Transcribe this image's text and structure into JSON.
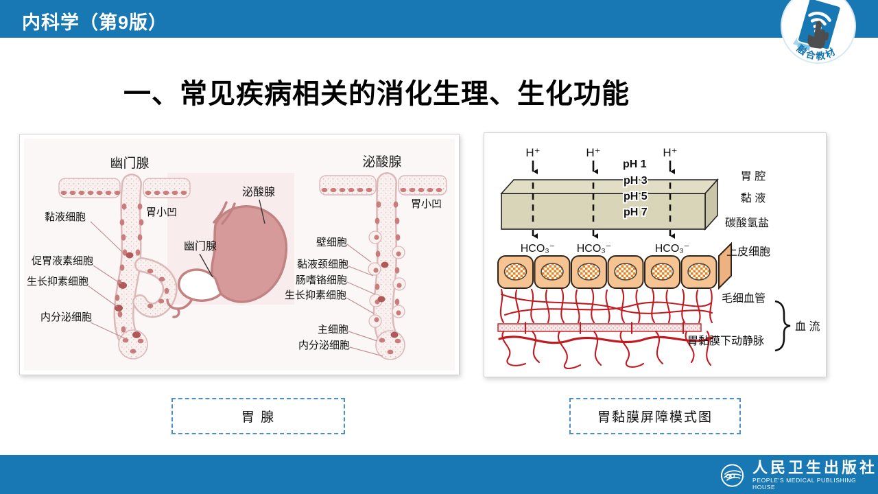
{
  "header": {
    "title": "内科学（第9版）",
    "badge_text": "融合教材"
  },
  "slide": {
    "title": "一、常见疾病相关的消化生理、生化功能"
  },
  "left_figure": {
    "caption": "胃 腺",
    "pyloric": {
      "title": "幽门腺",
      "label_mucous": "黏液细胞",
      "label_pit": "胃小凹",
      "label_gastrin": "促胃液素细胞",
      "label_somatostatin": "生长抑素细胞",
      "label_endocrine": "内分泌细胞"
    },
    "stomach": {
      "oxyntic_label": "泌酸腺",
      "pyloric_label": "幽门腺"
    },
    "oxyntic": {
      "title": "泌酸腺",
      "label_pit": "胃小凹",
      "label_parietal": "壁细胞",
      "label_mucous_neck": "黏液颈细胞",
      "label_enterochromaffin": "肠嗜铬细胞",
      "label_somatostatin": "生长抑素细胞",
      "label_chief": "主细胞",
      "label_endocrine": "内分泌细胞"
    }
  },
  "right_figure": {
    "caption": "胃黏膜屏障模式图",
    "h_plus": "H⁺",
    "ph_labels": [
      "pH 1",
      "pH 3",
      "pH 5",
      "pH 7"
    ],
    "hco3": "HCO₃⁻",
    "label_lumen": "胃 腔",
    "label_mucus": "黏 液",
    "label_bicarbonate": "碳酸氢盐",
    "label_epithelium": "上皮细胞",
    "label_capillary": "毛细血管",
    "label_submucosal_vessels": "胃黏膜下动静脉",
    "label_blood_flow": "血 流"
  },
  "footer": {
    "publisher_cn": "人民卫生出版社",
    "publisher_en": "PEOPLE'S MEDICAL PUBLISHING HOUSE"
  },
  "colors": {
    "brand_blue": "#1878b4",
    "caption_border": "#4d8fc4",
    "slab_tan": "#d9d5b8",
    "cell_peach": "#f6c392",
    "nucleus_orange": "#e8821e",
    "capillary_red": "#c01a20",
    "gland_pink": "#d9a3a3"
  }
}
